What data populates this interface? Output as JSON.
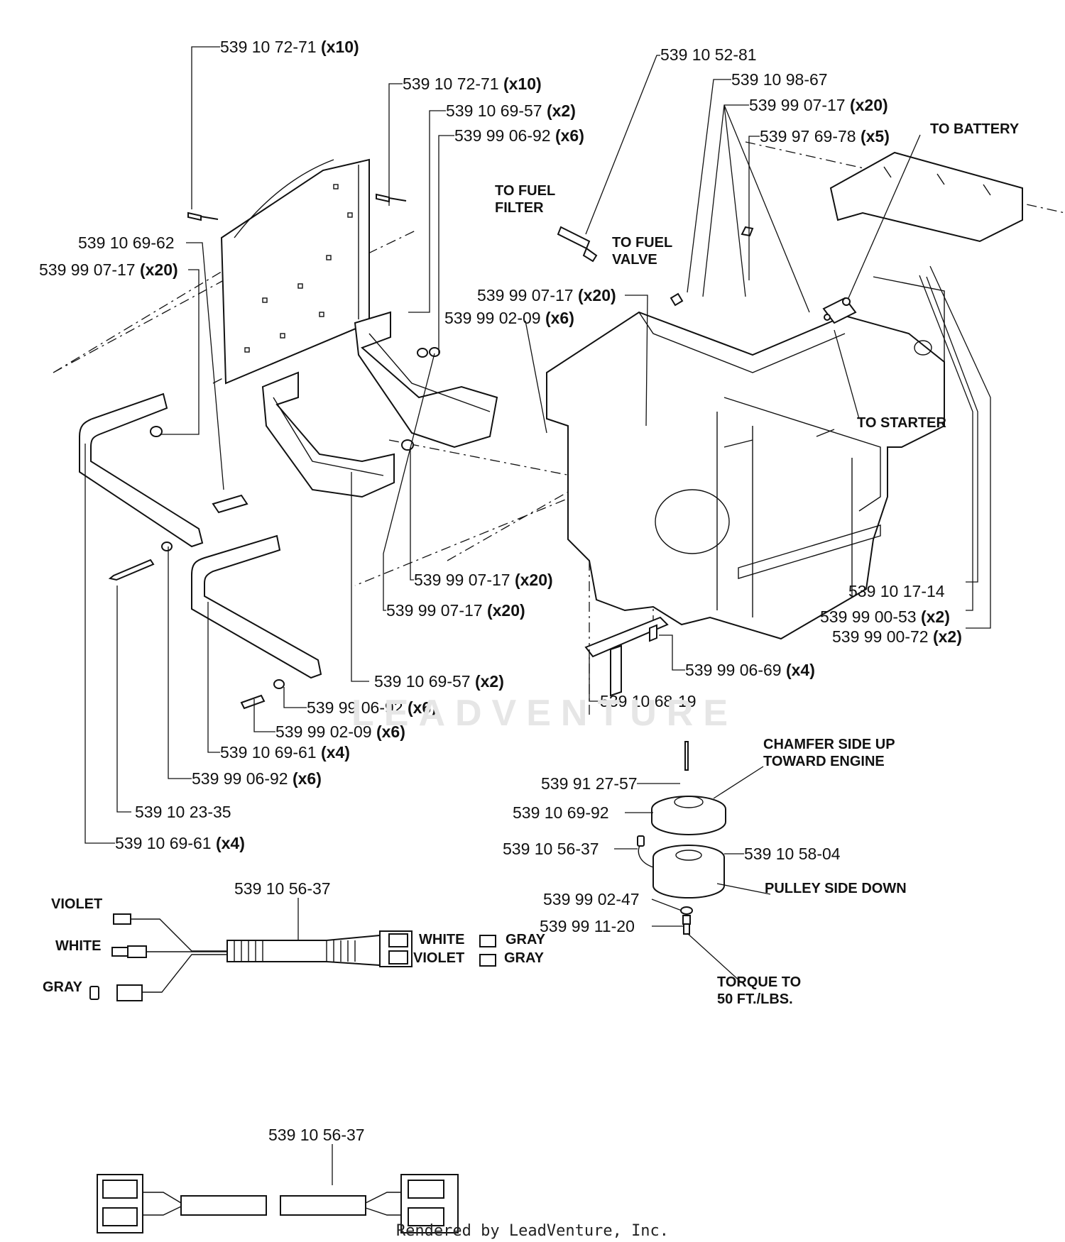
{
  "watermark": "LEADVENTURE",
  "footer": "Rendered by LeadVenture, Inc.",
  "callouts": [
    {
      "id": "c1",
      "part": "539 10 72-71",
      "qty": "(x10)"
    },
    {
      "id": "c2",
      "part": "539 10 72-71",
      "qty": "(x10)"
    },
    {
      "id": "c3",
      "part": "539 10 69-57",
      "qty": "(x2)"
    },
    {
      "id": "c4",
      "part": "539 99 06-92",
      "qty": "(x6)"
    },
    {
      "id": "c5",
      "part": "539 10 52-81",
      "qty": ""
    },
    {
      "id": "c6",
      "part": "539 10 98-67",
      "qty": ""
    },
    {
      "id": "c7",
      "part": "539 99 07-17",
      "qty": "(x20)"
    },
    {
      "id": "c8",
      "part": "539 97 69-78",
      "qty": "(x5)"
    },
    {
      "id": "c9",
      "part": "539 10 69-62",
      "qty": ""
    },
    {
      "id": "c10",
      "part": "539 99 07-17",
      "qty": "(x20)"
    },
    {
      "id": "c11",
      "part": "539 99 07-17",
      "qty": "(x20)"
    },
    {
      "id": "c12",
      "part": "539 99 02-09",
      "qty": "(x6)"
    },
    {
      "id": "c13",
      "part": "539 99 07-17",
      "qty": "(x20)"
    },
    {
      "id": "c14",
      "part": "539 99 07-17",
      "qty": "(x20)"
    },
    {
      "id": "c15",
      "part": "539 10 17-14",
      "qty": ""
    },
    {
      "id": "c16",
      "part": "539 99 00-53",
      "qty": "(x2)"
    },
    {
      "id": "c17",
      "part": "539 99 00-72",
      "qty": "(x2)"
    },
    {
      "id": "c18",
      "part": "539 10 69-57",
      "qty": "(x2)"
    },
    {
      "id": "c19",
      "part": "539 99 06-69",
      "qty": "(x4)"
    },
    {
      "id": "c20",
      "part": "539 10 68-19",
      "qty": ""
    },
    {
      "id": "c21",
      "part": "539 99 06-92",
      "qty": "(x6)"
    },
    {
      "id": "c22",
      "part": "539 99 02-09",
      "qty": "(x6)"
    },
    {
      "id": "c23",
      "part": "539 10 69-61",
      "qty": "(x4)"
    },
    {
      "id": "c24",
      "part": "539 99 06-92",
      "qty": "(x6)"
    },
    {
      "id": "c25",
      "part": "539 10 23-35",
      "qty": ""
    },
    {
      "id": "c26",
      "part": "539 10 69-61",
      "qty": "(x4)"
    },
    {
      "id": "c27",
      "part": "539 91 27-57",
      "qty": ""
    },
    {
      "id": "c28",
      "part": "539 10 69-92",
      "qty": ""
    },
    {
      "id": "c29",
      "part": "539 10 56-37",
      "qty": ""
    },
    {
      "id": "c30",
      "part": "539 10 58-04",
      "qty": ""
    },
    {
      "id": "c31",
      "part": "539 99 02-47",
      "qty": ""
    },
    {
      "id": "c32",
      "part": "539 99 11-20",
      "qty": ""
    },
    {
      "id": "c33",
      "part": "539 10 56-37",
      "qty": ""
    },
    {
      "id": "c34",
      "part": "539 10 56-37",
      "qty": ""
    }
  ],
  "notes": {
    "fuel_filter": [
      "TO FUEL",
      "FILTER"
    ],
    "fuel_valve": [
      "TO FUEL",
      "VALVE"
    ],
    "battery": "TO BATTERY",
    "starter": "TO STARTER",
    "chamfer": [
      "CHAMFER SIDE UP",
      "TOWARD ENGINE"
    ],
    "pulley": "PULLEY SIDE DOWN",
    "torque": [
      "TORQUE TO",
      "50 FT./LBS."
    ]
  },
  "harness": {
    "left": [
      "VIOLET",
      "WHITE",
      "GRAY"
    ],
    "right": [
      "WHITE",
      "VIOLET",
      "GRAY",
      "GRAY"
    ]
  }
}
